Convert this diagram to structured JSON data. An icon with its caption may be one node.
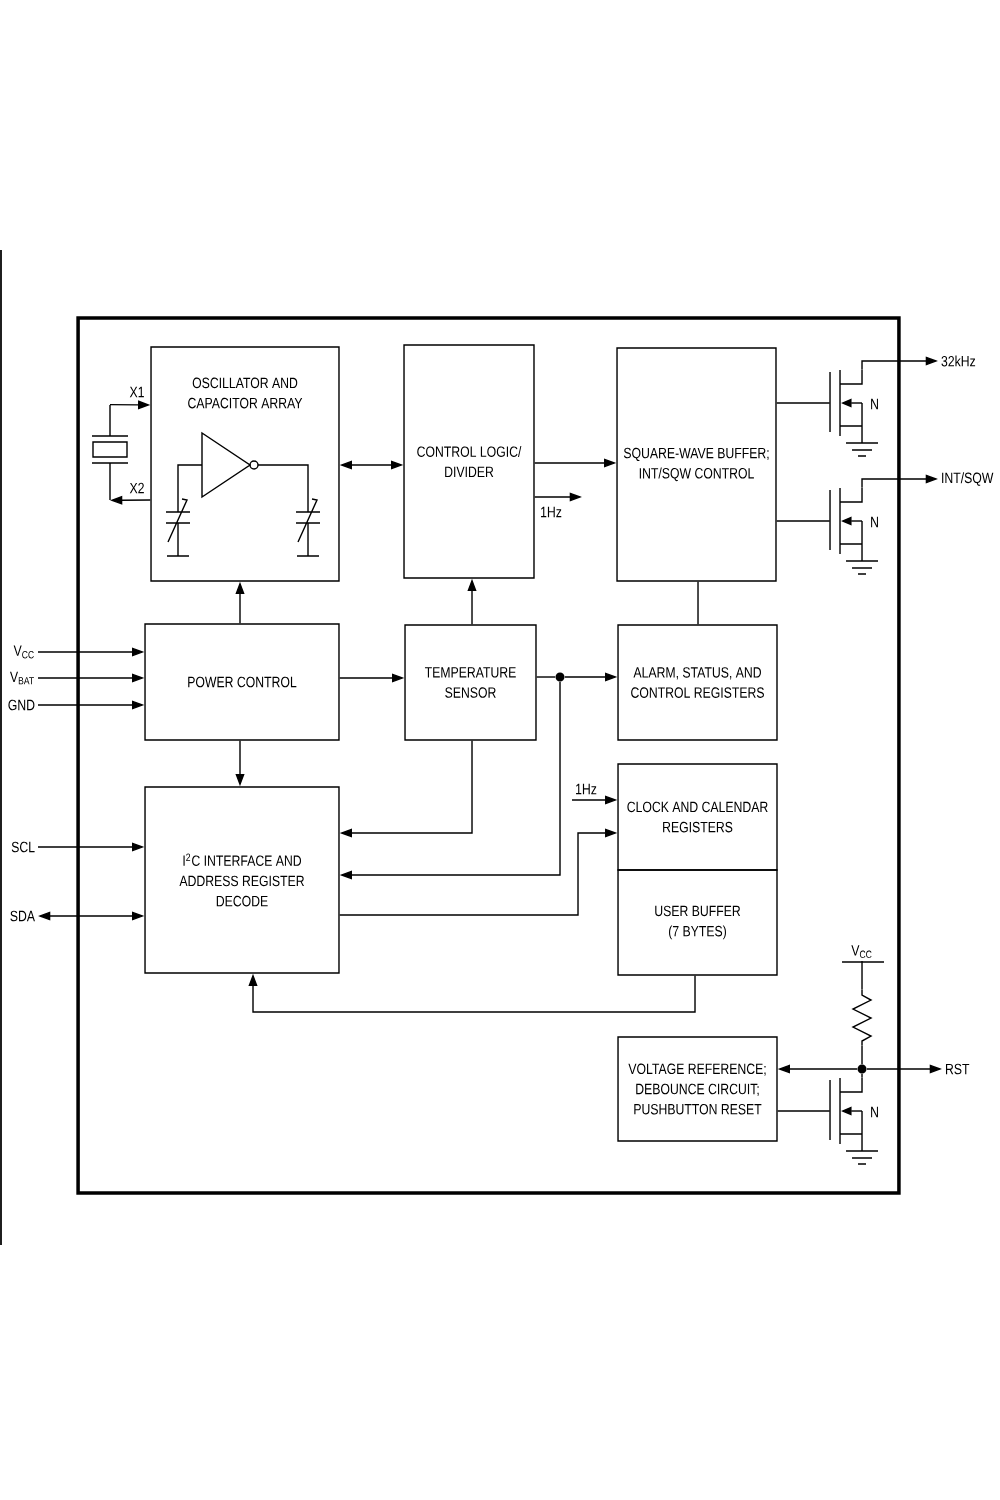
{
  "diagram": {
    "nodes": [
      {
        "text": [],
        "shape": "box"
      },
      {
        "text": [],
        "shape": "crystal",
        "in": 0
      },
      {
        "text": [
          "OSCILLATOR AND CAPACITOR ARRAY"
        ],
        "in": 0
      },
      {
        "text": [
          "CONTROL LOGIC/ DIVIDER"
        ],
        "in": 0
      },
      {
        "text": [
          "SQUARE-WAVE BUFFER; INT/SQW CONTROL"
        ],
        "in": 0
      },
      {
        "text": [],
        "shape": "transistor",
        "in": 0,
        "beside": [
          "N"
        ]
      },
      {
        "text": [
          "32kHz"
        ]
      },
      {
        "text": [],
        "shape": "transistor",
        "in": 0,
        "beside": [
          "N"
        ]
      },
      {
        "text": [
          "INT/SQW"
        ]
      },
      {
        "text": [
          "V$_{CC}$"
        ]
      },
      {
        "text": [
          "V$_{BAT}$"
        ]
      },
      {
        "text": [
          "GND"
        ]
      },
      {
        "text": [
          "POWER CONTROL"
        ],
        "in": 0
      },
      {
        "text": [
          "TEMPERATURE SENSOR"
        ],
        "in": 0
      },
      {
        "text": [],
        "shape": "dot",
        "in": 0
      },
      {
        "text": [
          "ALARM, STATUS, AND CONTROL REGISTERS"
        ],
        "in": 0
      },
      {
        "text": [
          "SCL"
        ]
      },
      {
        "text": [
          "I$^{2}$C INTERFACE AND ADDRESS REGISTER DECODE"
        ],
        "in": 0
      },
      {
        "text": [
          "CLOCK AND CALENDAR REGISTERS"
        ],
        "in": 0
      },
      {
        "text": [
          "SDA"
        ]
      },
      {
        "text": [
          "USER BUFFER (7 BYTES)"
        ],
        "in": 0
      },
      {
        "text": [
          "V$_{CC}$"
        ],
        "in": 0
      },
      {
        "text": [],
        "shape": "resistor",
        "in": 0
      },
      {
        "text": [
          "VOLTAGE REFERENCE; DEBOUNCE CIRCUIT; PUSHBUTTON RESET"
        ],
        "in": 0
      },
      {
        "text": [],
        "shape": "dot",
        "in": 0
      },
      {
        "text": [
          "RST"
        ]
      },
      {
        "text": [],
        "shape": "transistor",
        "in": 0,
        "beside": [
          "N"
        ]
      }
    ],
    "edges": [
      {
        "from": 1,
        "to": 2,
        "arrow": "to",
        "label": "X1"
      },
      {
        "from": 2,
        "to": 1,
        "arrow": "to",
        "label": "X2"
      },
      {
        "from": 2,
        "to": 3,
        "arrow": "both"
      },
      {
        "from": 3,
        "to": 4,
        "arrow": "to"
      },
      {
        "from": 3,
        "to": null,
        "arrow": "to",
        "label": "1Hz"
      },
      {
        "from": 4,
        "to": 5,
        "arrow": "none"
      },
      {
        "from": 5,
        "to": 6,
        "arrow": "to"
      },
      {
        "from": 4,
        "to": 7,
        "arrow": "none"
      },
      {
        "from": 7,
        "to": 8,
        "arrow": "to"
      },
      {
        "from": 12,
        "to": 2,
        "arrow": "to"
      },
      {
        "from": 13,
        "to": 3,
        "arrow": "to"
      },
      {
        "from": 4,
        "to": 15,
        "arrow": "none"
      },
      {
        "from": 9,
        "to": 12,
        "arrow": "to"
      },
      {
        "from": 10,
        "to": 12,
        "arrow": "to"
      },
      {
        "from": 11,
        "to": 12,
        "arrow": "to"
      },
      {
        "from": 12,
        "to": 13,
        "arrow": "to"
      },
      {
        "from": 13,
        "to": 14,
        "arrow": "none"
      },
      {
        "from": 14,
        "to": 15,
        "arrow": "to"
      },
      {
        "from": 12,
        "to": 17,
        "arrow": "to"
      },
      {
        "from": 13,
        "to": 17,
        "arrow": "to"
      },
      {
        "from": 14,
        "to": 17,
        "arrow": "to"
      },
      {
        "from": 16,
        "to": 17,
        "arrow": "to"
      },
      {
        "from": 19,
        "to": 17,
        "arrow": "both"
      },
      {
        "from": null,
        "to": 18,
        "arrow": "to",
        "label": "1Hz"
      },
      {
        "from": 17,
        "to": 18,
        "arrow": "to"
      },
      {
        "from": 20,
        "to": 17,
        "arrow": "to"
      },
      {
        "from": 21,
        "to": 22,
        "arrow": "none"
      },
      {
        "from": 22,
        "to": 24,
        "arrow": "none"
      },
      {
        "from": 26,
        "to": 24,
        "arrow": "none"
      },
      {
        "from": 24,
        "to": 25,
        "arrow": "to"
      },
      {
        "from": 24,
        "to": 23,
        "arrow": "to"
      },
      {
        "from": 23,
        "to": 26,
        "arrow": "none"
      }
    ]
  }
}
